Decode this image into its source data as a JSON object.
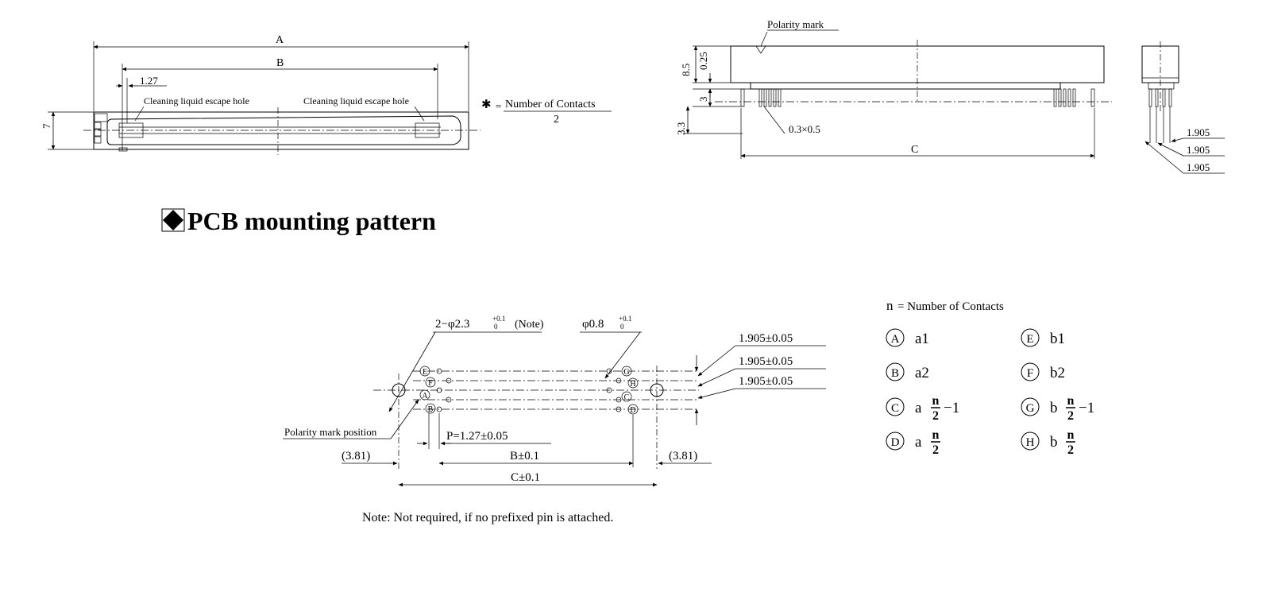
{
  "top_view": {
    "dim_a": "A",
    "dim_b": "B",
    "pitch": "1.27",
    "height": "7",
    "cleaning_left": "Cleaning liquid escape hole",
    "cleaning_right": "Cleaning liquid escape hole",
    "note_star": "✱",
    "note_eq": "=",
    "note_numerator": "Number of Contacts",
    "note_denominator": "2"
  },
  "side_view": {
    "polarity_mark": "Polarity mark",
    "dim_85": "8.5",
    "dim_025": "0.25",
    "dim_3": "3",
    "dim_33": "3.3",
    "pin_size": "0.3×0.5",
    "dim_c": "C"
  },
  "end_view": {
    "pitch_1": "1.905",
    "pitch_2": "1.905",
    "pitch_3": "1.905"
  },
  "section": {
    "title": "PCB mounting pattern"
  },
  "pcb": {
    "mount_hole": "2−φ2.3",
    "mount_tol_upper": "+0.1",
    "mount_tol_lower": "0",
    "mount_note": "(Note)",
    "pin_hole": "φ0.8",
    "pin_tol_upper": "+0.1",
    "pin_tol_lower": "0",
    "row_pitch_1": "1.905±0.05",
    "row_pitch_2": "1.905±0.05",
    "row_pitch_3": "1.905±0.05",
    "polarity_position": "Polarity mark position",
    "pitch_p": "P=1.27±0.05",
    "b_dim": "B±0.1",
    "c_dim": "C±0.1",
    "offset_left": "(3.81)",
    "offset_right": "(3.81)",
    "label_e": "E",
    "label_f": "F",
    "label_a": "A",
    "label_b": "B",
    "label_g": "G",
    "label_h": "H",
    "label_c": "C",
    "label_d": "D",
    "note": "Note: Not required, if no prefixed pin is attached."
  },
  "legend": {
    "n_symbol": "n",
    "n_def": "= Number of Contacts",
    "items": [
      {
        "mark": "A",
        "prefix": "a1",
        "frac": false
      },
      {
        "mark": "E",
        "prefix": "b1",
        "frac": false
      },
      {
        "mark": "B",
        "prefix": "a2",
        "frac": false
      },
      {
        "mark": "F",
        "prefix": "b2",
        "frac": false
      },
      {
        "mark": "C",
        "prefix": "a",
        "frac": true,
        "num": "n",
        "den": "2",
        "suffix": "−1"
      },
      {
        "mark": "G",
        "prefix": "b",
        "frac": true,
        "num": "n",
        "den": "2",
        "suffix": "−1"
      },
      {
        "mark": "D",
        "prefix": "a",
        "frac": true,
        "num": "n",
        "den": "2",
        "suffix": ""
      },
      {
        "mark": "H",
        "prefix": "b",
        "frac": true,
        "num": "n",
        "den": "2",
        "suffix": ""
      }
    ]
  }
}
